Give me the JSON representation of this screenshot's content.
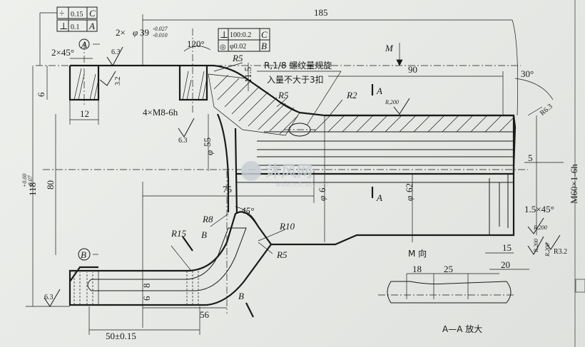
{
  "dims": {
    "total_len": "185",
    "len_90": "90",
    "len_75": "75",
    "len_56": "56",
    "len_50": "50±0.15",
    "len_12": "12",
    "len_6": "6",
    "len_80": "80",
    "height_118": "118",
    "height_118_tol_up": "+0.00",
    "height_118_tol_dn": "-0.07",
    "len_5": "5",
    "len_15": "15",
    "len_20": "20",
    "len_18": "18",
    "len_25": "25",
    "len_11_5": "11.5",
    "len_3_2": "3.2",
    "len_8": "8",
    "len_6b": "6",
    "hole_dia_prefix": "2×",
    "hole_dia": "39",
    "hole_dia_tol_up": "-0.027",
    "hole_dia_tol_dn": "-0.010",
    "thread_4xm8": "4×M8-6h",
    "chamfer_2x45": "2×45°",
    "chamfer_1_5": "1.5×45°",
    "angle_120": "120°",
    "angle_45": "45°",
    "angle_30": "30°",
    "dia_55": "55",
    "dia_6x": "6",
    "dia_62": "62",
    "m60": "M60×1-6h",
    "r5a": "R5",
    "r5b": "R5",
    "r5c": "R5",
    "r2": "R2",
    "r8": "R8",
    "r10": "R10",
    "r15": "R15",
    "r6_3": "R6.3",
    "r3_2": "R3.2",
    "rough_6_3a": "6.3",
    "rough_6_3b": "6.3",
    "rough_6_3c": "6.3",
    "rough_r200a": "R,200",
    "rough_r200b": "R,200",
    "rough_r200c": "R,200",
    "rough_r200d": "R,200"
  },
  "tolerances": {
    "frame1_sym": "÷",
    "frame1_val": "0.15",
    "frame1_datum": "C",
    "frame2_sym": "⊥",
    "frame2_val": "0.1",
    "frame2_datum": "A",
    "frame3_sym": "⊥",
    "frame3_val": "100:0.2",
    "frame3_datum": "C",
    "frame4_sym": "◎",
    "frame4_val": "φ0.02",
    "frame4_datum": "B"
  },
  "datums": {
    "a": "A",
    "b": "B",
    "sec_a1": "A",
    "sec_a2": "A",
    "sec_b1": "B",
    "sec_b2": "B",
    "m": "M"
  },
  "notes": {
    "thread_note_line1": "R,1/8 螺纹量规旋",
    "thread_note_line2": "入量不大于3扣",
    "view_m": "M 向",
    "view_aa": "A—A 放大"
  },
  "watermark": {
    "text": "沐风网",
    "url": "www.mfcad.com"
  }
}
